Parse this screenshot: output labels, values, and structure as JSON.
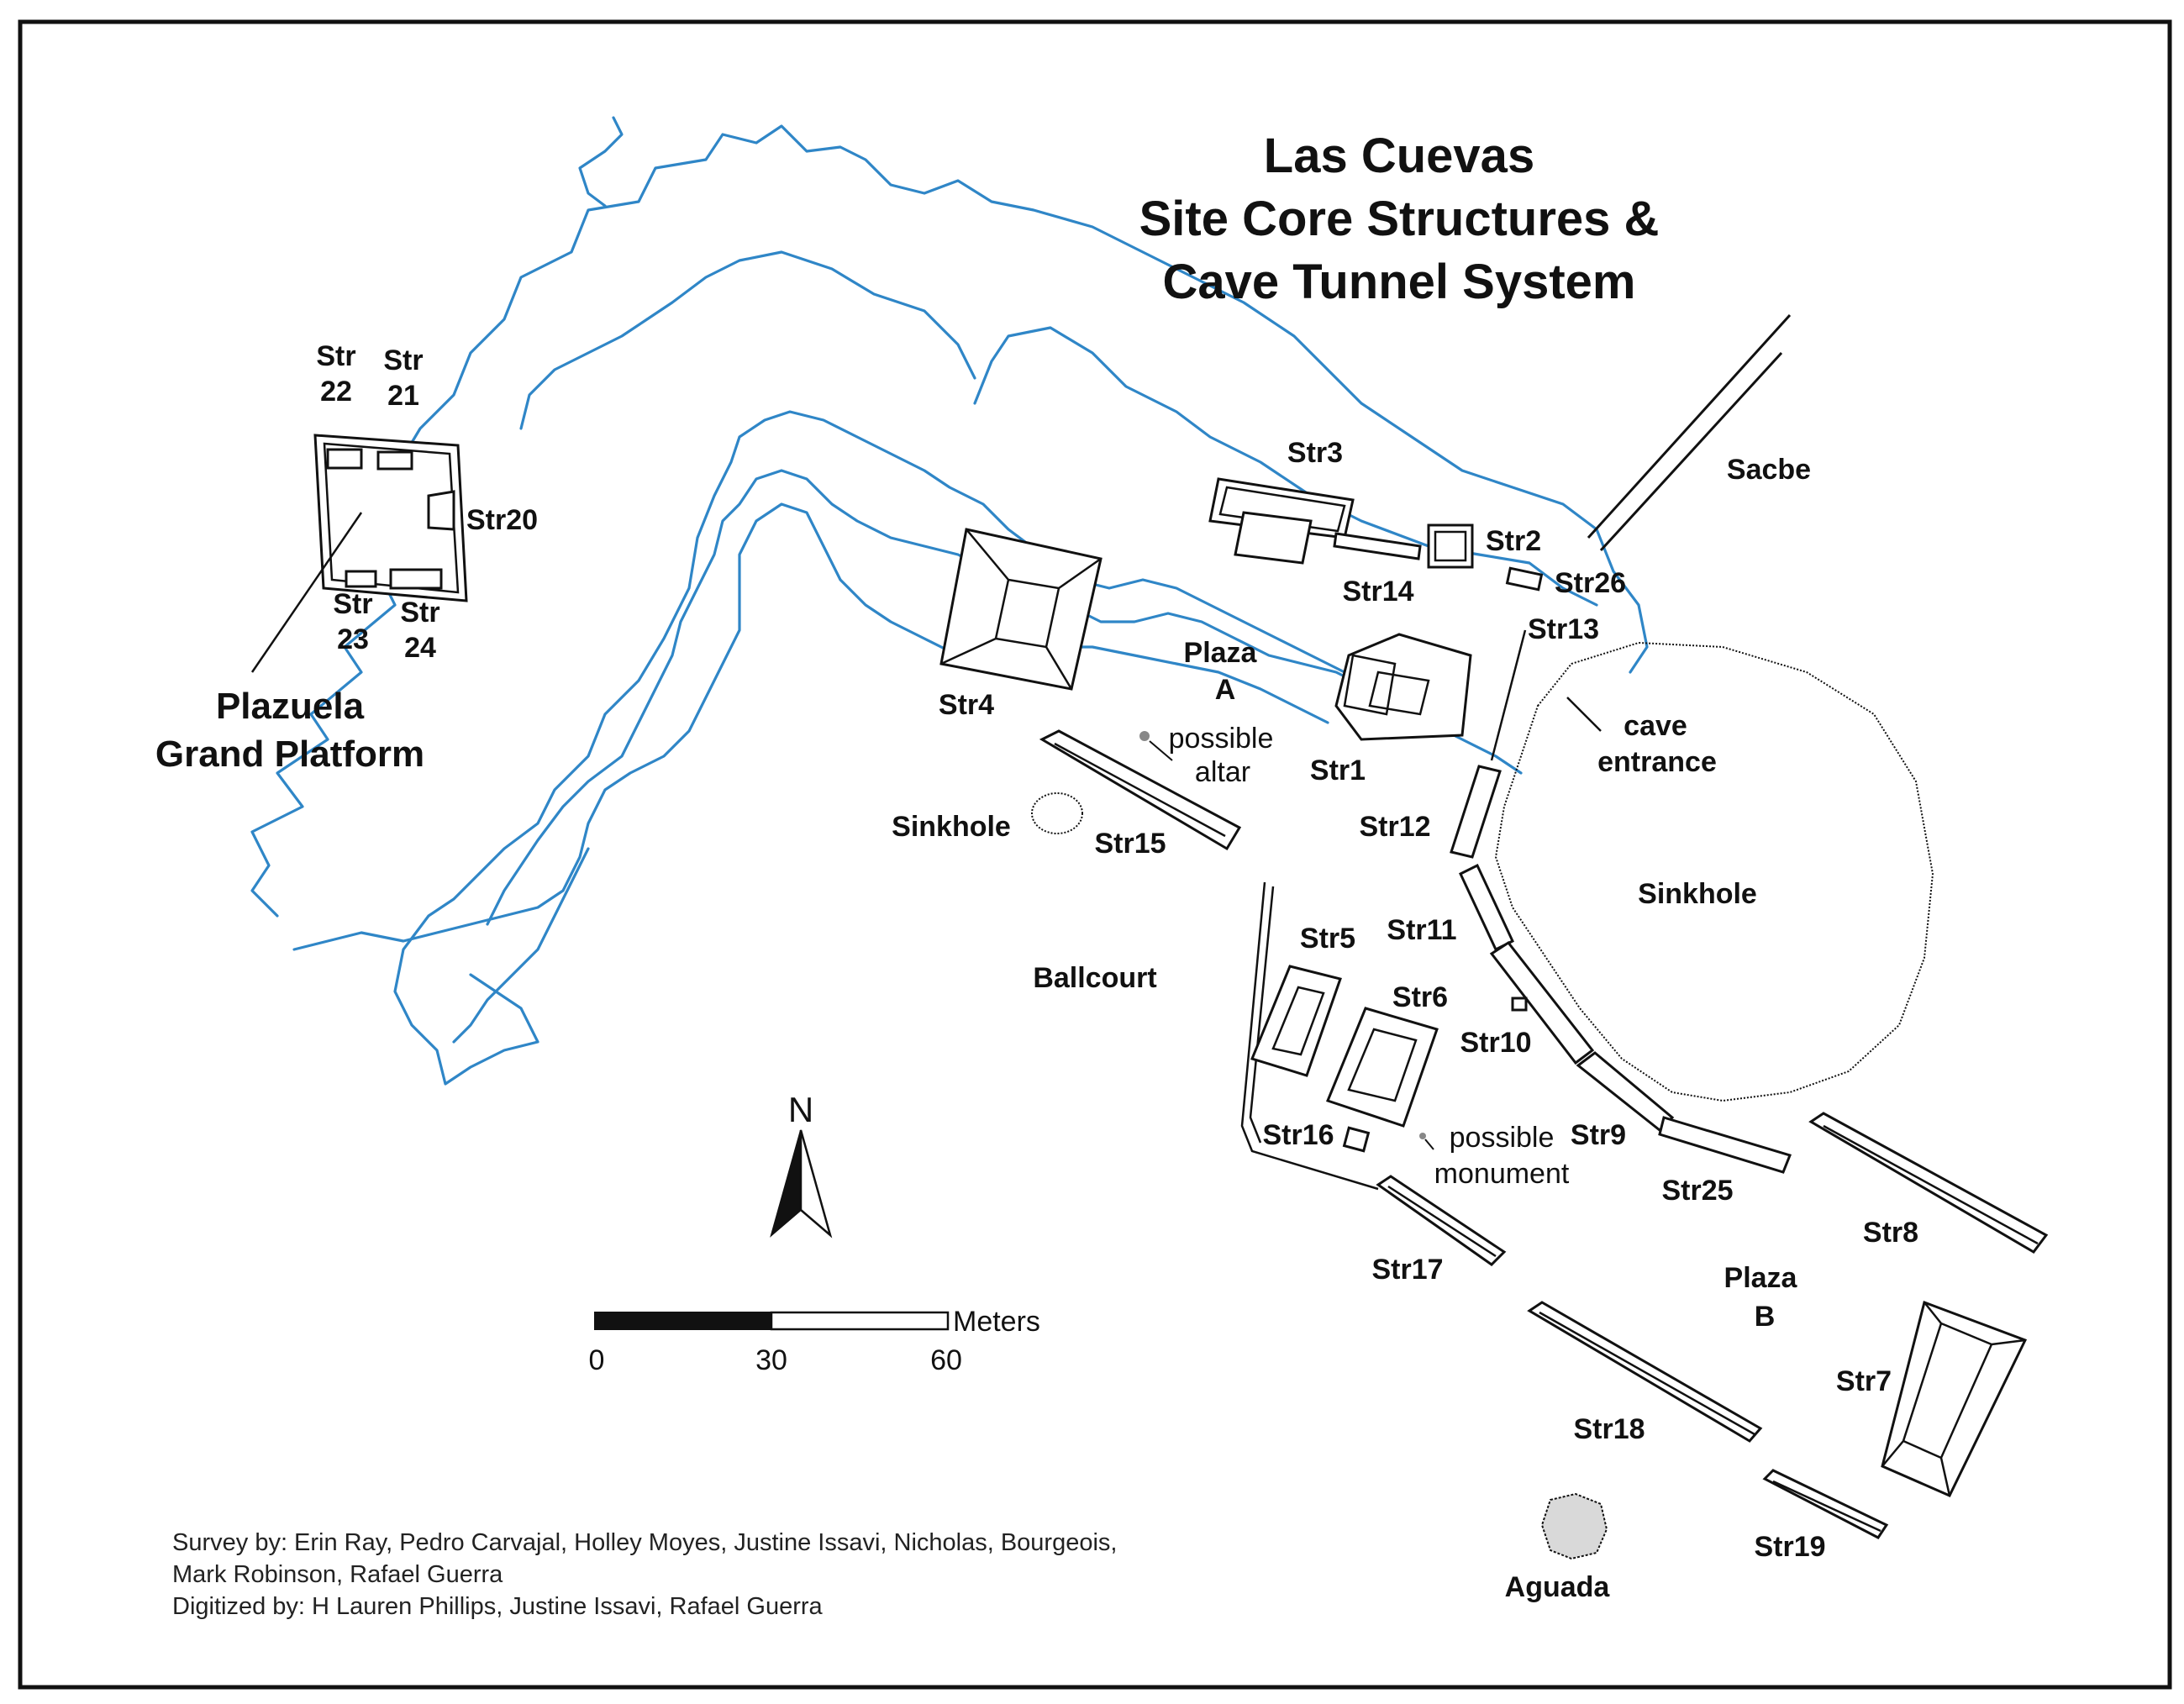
{
  "title": {
    "line1": "Las Cuevas",
    "line2": "Site Core Structures &",
    "line3": "Cave Tunnel System"
  },
  "labels": {
    "str22": "Str 22",
    "str21": "Str 21",
    "str20": "Str20",
    "str23": "Str 23",
    "str24": "Str 24",
    "plazuela1": "Plazuela",
    "plazuela2": "Grand Platform",
    "str3": "Str3",
    "str2": "Str2",
    "str14": "Str14",
    "str26": "Str26",
    "str13": "Str13",
    "sacbe": "Sacbe",
    "str4": "Str4",
    "plazaA1": "Plaza",
    "plazaA2": "A",
    "altar1": "possible",
    "altar2": "altar",
    "str1": "Str1",
    "cave1": "cave",
    "cave2": "entrance",
    "sinkhole_small": "Sinkhole",
    "str15": "Str15",
    "str12": "Str12",
    "sinkhole_large": "Sinkhole",
    "str11": "Str11",
    "str5": "Str5",
    "ballcourt": "Ballcourt",
    "str6": "Str6",
    "str10": "Str10",
    "str16": "Str16",
    "monument1": "possible",
    "monument2": "monument",
    "str9": "Str9",
    "str25": "Str25",
    "str8": "Str8",
    "str17": "Str17",
    "plazaB1": "Plaza",
    "plazaB2": "B",
    "str7": "Str7",
    "str18": "Str18",
    "str19": "Str19",
    "aguada": "Aguada"
  },
  "north_arrow": {
    "label": "N"
  },
  "scale_bar": {
    "unit": "Meters",
    "ticks": [
      "0",
      "30",
      "60"
    ]
  },
  "credits": {
    "line1": "Survey by: Erin Ray, Pedro Carvajal, Holley Moyes, Justine Issavi, Nicholas, Bourgeois,",
    "line2": "Mark Robinson, Rafael Guerra",
    "line3": "Digitized by: H Lauren Phillips, Justine Issavi, Rafael Guerra"
  },
  "colors": {
    "cave_line": "#2f86c7",
    "aguada_fill": "#d9d9d9",
    "ink": "#111111"
  }
}
